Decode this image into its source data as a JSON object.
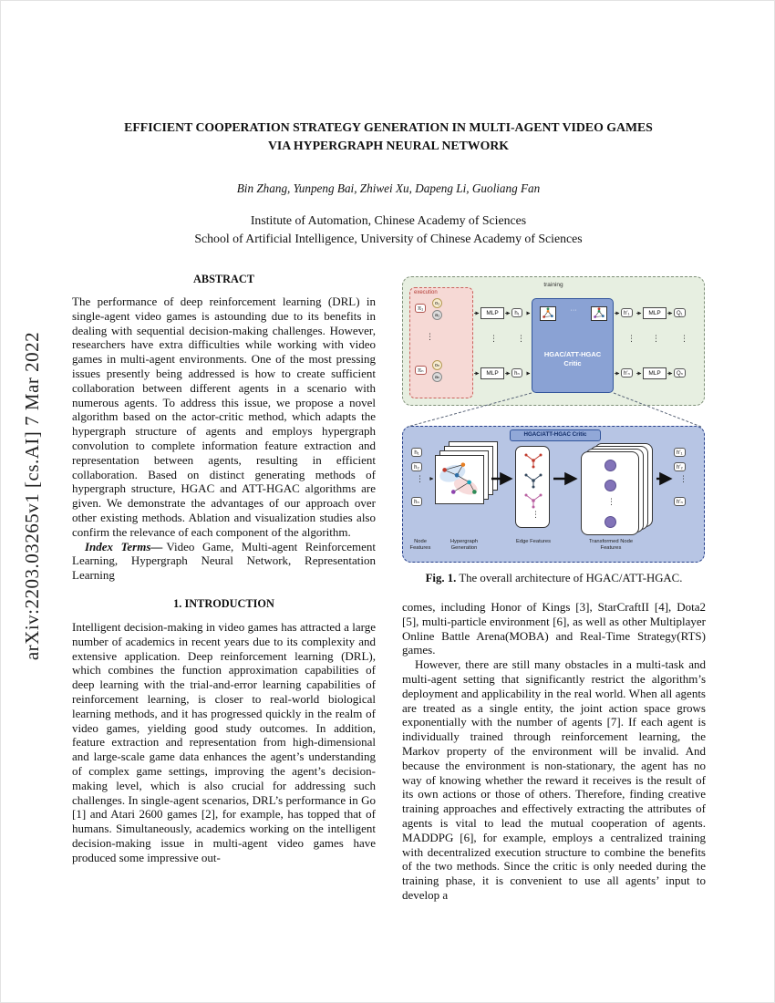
{
  "watermark": "arXiv:2203.03265v1  [cs.AI]  7 Mar 2022",
  "header": {
    "title_line1": "EFFICIENT COOPERATION STRATEGY GENERATION IN MULTI-AGENT VIDEO GAMES",
    "title_line2": "VIA HYPERGRAPH NEURAL NETWORK",
    "authors": "Bin Zhang, Yunpeng Bai, Zhiwei Xu, Dapeng Li, Guoliang Fan",
    "affiliation1": "Institute of Automation, Chinese Academy of Sciences",
    "affiliation2": "School of Artificial Intelligence, University of Chinese Academy of Sciences"
  },
  "abstract": {
    "heading": "ABSTRACT",
    "body": "The performance of deep reinforcement learning (DRL) in single-agent video games is astounding due to its benefits in dealing with sequential decision-making challenges. However, researchers have extra difficulties while working with video games in multi-agent environments. One of the most pressing issues presently being addressed is how to create sufficient collaboration between different agents in a scenario with numerous agents. To address this issue, we propose a novel algorithm based on the actor-critic method, which adapts the hypergraph structure of agents and employs hypergraph convolution to complete information feature extraction and representation between agents, resulting in efficient collaboration. Based on distinct generating methods of hypergraph structure, HGAC and ATT-HGAC algorithms are given. We demonstrate the advantages of our approach over other existing methods. Ablation and visualization studies also confirm the relevance of each component of the algorithm."
  },
  "index_terms": {
    "label": "Index Terms—",
    "body": "Video Game, Multi-agent Reinforcement Learning, Hypergraph Neural Network, Representation Learning"
  },
  "introduction": {
    "heading": "1. INTRODUCTION",
    "body": "Intelligent decision-making in video games has attracted a large number of academics in recent years due to its complexity and extensive application. Deep reinforcement learning (DRL), which combines the function approximation capabilities of deep learning with the trial-and-error learning capabilities of reinforcement learning, is closer to real-world biological learning methods, and it has progressed quickly in the realm of video games, yielding good study outcomes. In addition, feature extraction and representation from high-dimensional and large-scale game data enhances the agent’s understanding of complex game settings, improving the agent’s decision-making level, which is also crucial for addressing such challenges. In single-agent scenarios, DRL’s performance in Go [1] and Atari 2600 games [2], for example, has topped that of humans. Simultaneously, academics working on the intelligent decision-making issue in multi-agent video games have produced some impressive out-"
  },
  "continuation": {
    "para1": "comes, including Honor of Kings [3], StarCraftII [4], Dota2 [5], multi-particle environment [6], as well as other Multiplayer Online Battle Arena(MOBA) and Real-Time Strategy(RTS) games.",
    "para2": "However, there are still many obstacles in a multi-task and multi-agent setting that significantly restrict the algorithm’s deployment and applicability in the real world. When all agents are treated as a single entity, the joint action space grows exponentially with the number of agents [7]. If each agent is individually trained through reinforcement learning, the Markov property of the environment will be invalid. And because the environment is non-stationary, the agent has no way of knowing whether the reward it receives is the result of its own actions or those of others. Therefore, finding creative training approaches and effectively extracting the attributes of agents is vital to lead the mutual cooperation of agents. MADDPG [6], for example, employs a centralized training with decentralized execution structure to combine the benefits of the two methods. Since the critic is only needed during the training phase, it is convenient to use all agents’ input to develop a"
  },
  "figure": {
    "caption_label": "Fig. 1.",
    "caption_text": "The overall architecture of HGAC/ATT-HGAC.",
    "training": "training",
    "execution": "execution",
    "critic": "HGAC/ATT-HGAC Critic",
    "mlp": "MLP",
    "pi1": "π₁",
    "piN": "πₙ",
    "o1": "o₁",
    "a1": "a₁",
    "oN": "oₙ",
    "aN": "aₙ",
    "h1": "h₁",
    "h2": "h₂",
    "hN": "hₙ",
    "hp1": "h′₁",
    "hp2": "h′₂",
    "hpN": "h′ₙ",
    "q1": "Q₁",
    "qN": "Qₙ",
    "vdots": "⋮",
    "hdots": "···",
    "node_features": "Node Features",
    "hypergraph_generation": "Hypergraph Generation",
    "edge_features": "Edge Features",
    "transformed_node_features": "Transformed Node Features",
    "colors": {
      "training_fill": "#e7efe1",
      "execution_fill": "#f6d9d5",
      "critic_fill": "#8aa2d4",
      "critic_outer_fill": "#b7c5e4"
    }
  }
}
